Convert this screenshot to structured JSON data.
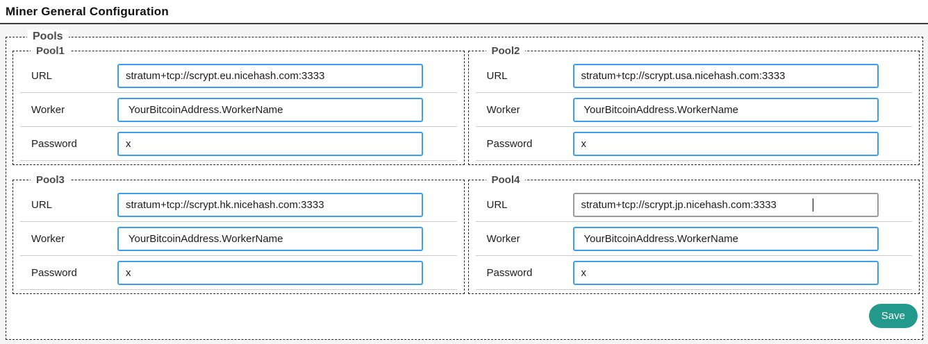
{
  "header": {
    "title": "Miner General Configuration"
  },
  "pools_section": {
    "legend": "Pools",
    "pools": [
      {
        "legend": "Pool1",
        "fields": [
          {
            "label": "URL",
            "value": "stratum+tcp://scrypt.eu.nicehash.com:3333"
          },
          {
            "label": "Worker",
            "value": " YourBitcoinAddress.WorkerName"
          },
          {
            "label": "Password",
            "value": "x"
          }
        ]
      },
      {
        "legend": "Pool2",
        "fields": [
          {
            "label": "URL",
            "value": "stratum+tcp://scrypt.usa.nicehash.com:3333"
          },
          {
            "label": "Worker",
            "value": " YourBitcoinAddress.WorkerName"
          },
          {
            "label": "Password",
            "value": "x"
          }
        ]
      },
      {
        "legend": "Pool3",
        "fields": [
          {
            "label": "URL",
            "value": "stratum+tcp://scrypt.hk.nicehash.com:3333"
          },
          {
            "label": "Worker",
            "value": " YourBitcoinAddress.WorkerName"
          },
          {
            "label": "Password",
            "value": "x"
          }
        ]
      },
      {
        "legend": "Pool4",
        "focused_field": "URL",
        "fields": [
          {
            "label": "URL",
            "value": "stratum+tcp://scrypt.jp.nicehash.com:3333"
          },
          {
            "label": "Worker",
            "value": " YourBitcoinAddress.WorkerName"
          },
          {
            "label": "Password",
            "value": "x"
          }
        ]
      }
    ],
    "save_label": "Save"
  },
  "colors": {
    "input_border": "#3d9ef0",
    "focused_input_border": "#9a9a9a",
    "save_button_bg": "#23998b",
    "header_rule": "#3c3c3c",
    "body_bg": "#f5f5f5",
    "separator": "#cccccc"
  }
}
